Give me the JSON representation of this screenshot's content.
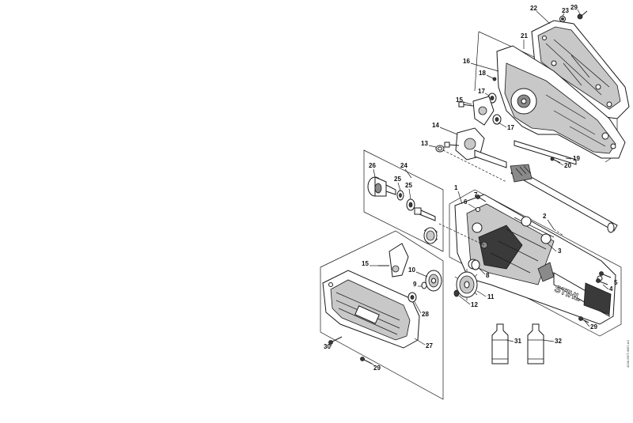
{
  "diagram": {
    "brand_logo": "STIHL",
    "drawing_code": "4246-GET-0007-A0",
    "callouts": [
      {
        "id": "c22a",
        "label": "22"
      },
      {
        "id": "c23",
        "label": "23"
      },
      {
        "id": "c29a",
        "label": "29"
      },
      {
        "id": "c21",
        "label": "21"
      },
      {
        "id": "c16",
        "label": "16"
      },
      {
        "id": "c18",
        "label": "18"
      },
      {
        "id": "c17a",
        "label": "17"
      },
      {
        "id": "c15a",
        "label": "15"
      },
      {
        "id": "c17b",
        "label": "17"
      },
      {
        "id": "c14",
        "label": "14"
      },
      {
        "id": "c13",
        "label": "13"
      },
      {
        "id": "c19",
        "label": "19"
      },
      {
        "id": "c20",
        "label": "20"
      },
      {
        "id": "c26",
        "label": "26"
      },
      {
        "id": "c24",
        "label": "24"
      },
      {
        "id": "c25a",
        "label": "25"
      },
      {
        "id": "c25b",
        "label": "25"
      },
      {
        "id": "c1",
        "label": "1"
      },
      {
        "id": "c7",
        "label": "7"
      },
      {
        "id": "c6",
        "label": "6"
      },
      {
        "id": "c2",
        "label": "2"
      },
      {
        "id": "c3",
        "label": "3"
      },
      {
        "id": "c15b",
        "label": "15"
      },
      {
        "id": "c8",
        "label": "8"
      },
      {
        "id": "c10",
        "label": "10"
      },
      {
        "id": "c9",
        "label": "9"
      },
      {
        "id": "c11",
        "label": "11"
      },
      {
        "id": "c12",
        "label": "12"
      },
      {
        "id": "c28",
        "label": "28"
      },
      {
        "id": "c5",
        "label": "5"
      },
      {
        "id": "c4",
        "label": "4"
      },
      {
        "id": "c29b",
        "label": "29"
      },
      {
        "id": "c30",
        "label": "30"
      },
      {
        "id": "c27",
        "label": "27"
      },
      {
        "id": "c31",
        "label": "31"
      },
      {
        "id": "c32",
        "label": "32"
      },
      {
        "id": "c29c",
        "label": "29"
      }
    ]
  }
}
